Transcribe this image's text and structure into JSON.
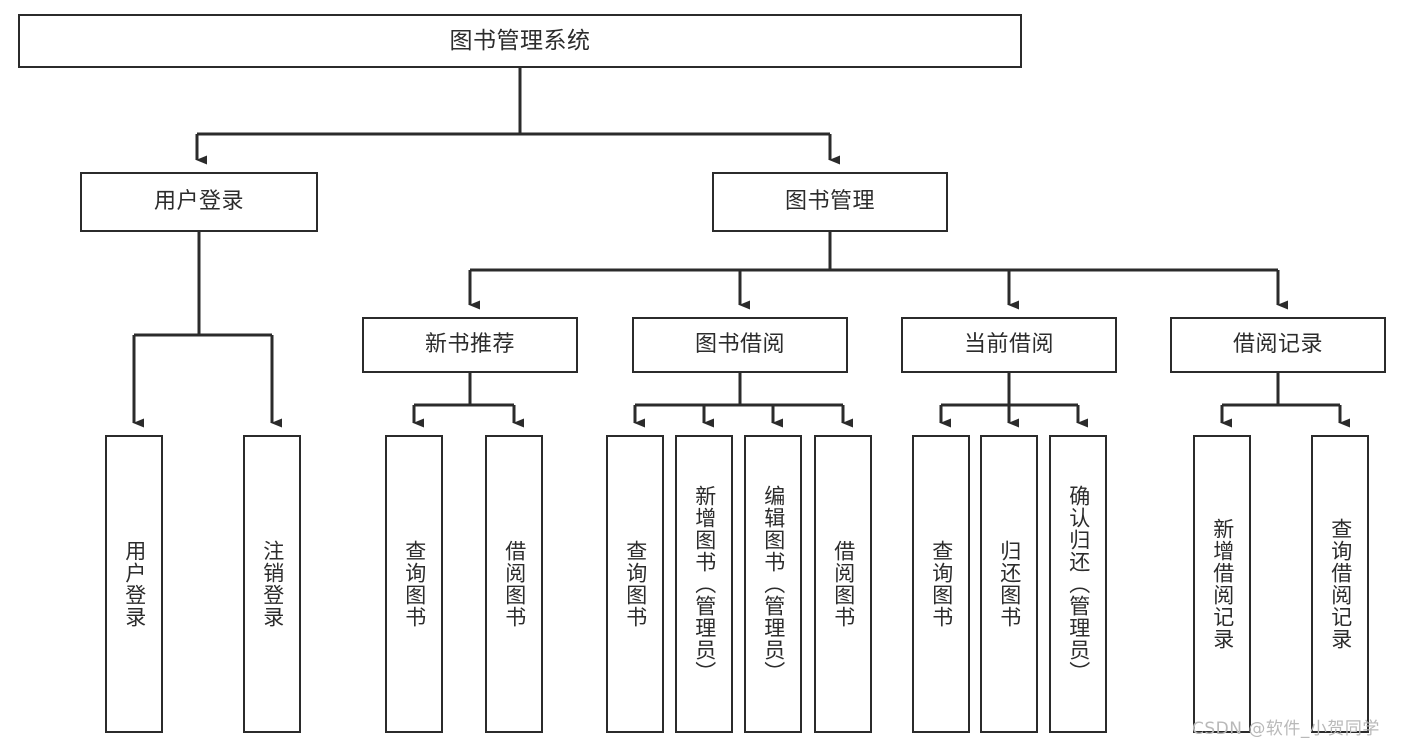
{
  "diagram": {
    "title": "图书管理系统",
    "type": "tree-hierarchy",
    "orientation": "top-down",
    "line_color": "#2b2b2b",
    "box_fill": "#ffffff",
    "text_color": "#2c2c2c",
    "root": {
      "label": "图书管理系统"
    },
    "level2": [
      {
        "label": "用户登录"
      },
      {
        "label": "图书管理"
      }
    ],
    "level3": [
      {
        "label": "新书推荐"
      },
      {
        "label": "图书借阅"
      },
      {
        "label": "当前借阅"
      },
      {
        "label": "借阅记录"
      }
    ],
    "leaves": {
      "user_login": [
        {
          "label": "用户登录"
        },
        {
          "label": "注销登录"
        }
      ],
      "new_book_recommend": [
        {
          "label": "查询图书"
        },
        {
          "label": "借阅图书"
        }
      ],
      "book_borrow": [
        {
          "label": "查询图书"
        },
        {
          "label": "新增图书（管理员）"
        },
        {
          "label": "编辑图书（管理员）"
        },
        {
          "label": "借阅图书"
        }
      ],
      "current_borrow": [
        {
          "label": "查询图书"
        },
        {
          "label": "归还图书"
        },
        {
          "label": "确认归还（管理员）"
        }
      ],
      "borrow_record": [
        {
          "label": "新增借阅记录"
        },
        {
          "label": "查询借阅记录"
        }
      ]
    }
  },
  "watermark": {
    "text": "CSDN @软件_小贺同学"
  }
}
